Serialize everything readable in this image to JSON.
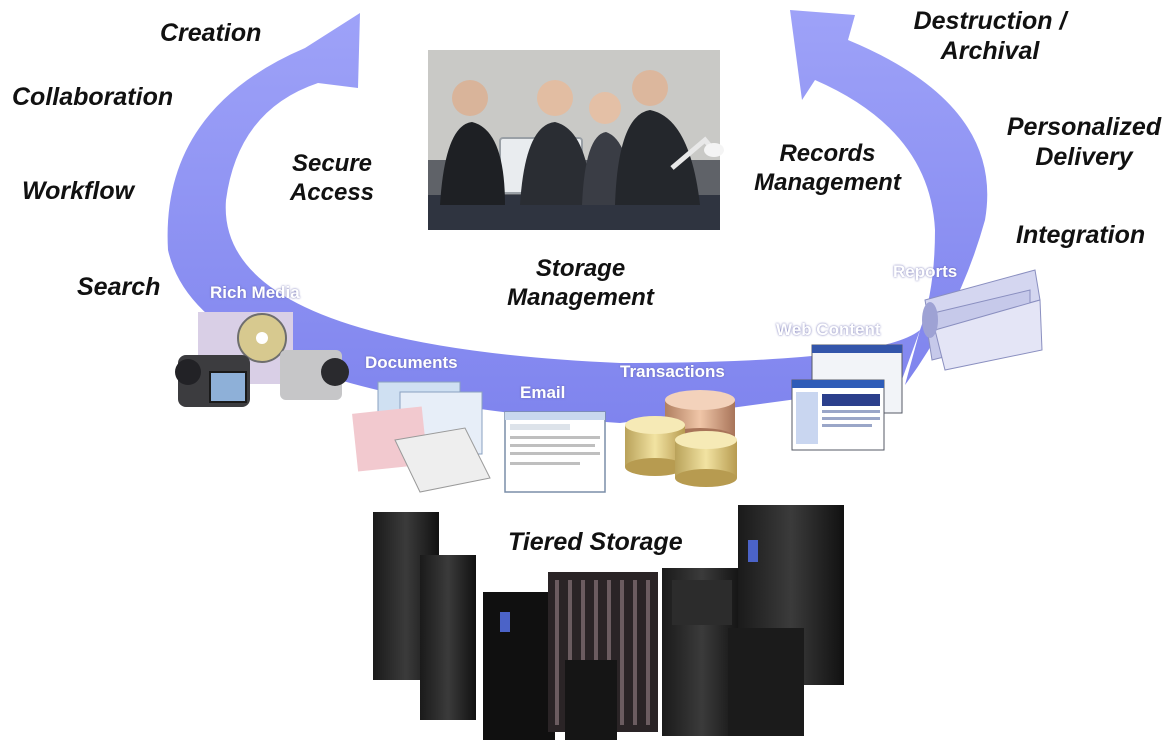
{
  "cycle": {
    "stages_left": [
      "Creation",
      "Collaboration",
      "Workflow",
      "Search"
    ],
    "stages_right": [
      "Destruction / Archival",
      "Personalized Delivery",
      "Integration"
    ],
    "inner": {
      "secure_access": "Secure Access",
      "records_management": "Records Management",
      "storage_management": "Storage Management"
    }
  },
  "content_types": {
    "rich_media": "Rich Media",
    "documents": "Documents",
    "email": "Email",
    "transactions": "Transactions",
    "web_content": "Web Content",
    "reports": "Reports"
  },
  "storage": {
    "title": "Tiered Storage"
  },
  "colors": {
    "ring": "#8a8ef5",
    "ring_dark": "#6f74e6",
    "text": "#111111",
    "media_text": "#ffffff"
  }
}
